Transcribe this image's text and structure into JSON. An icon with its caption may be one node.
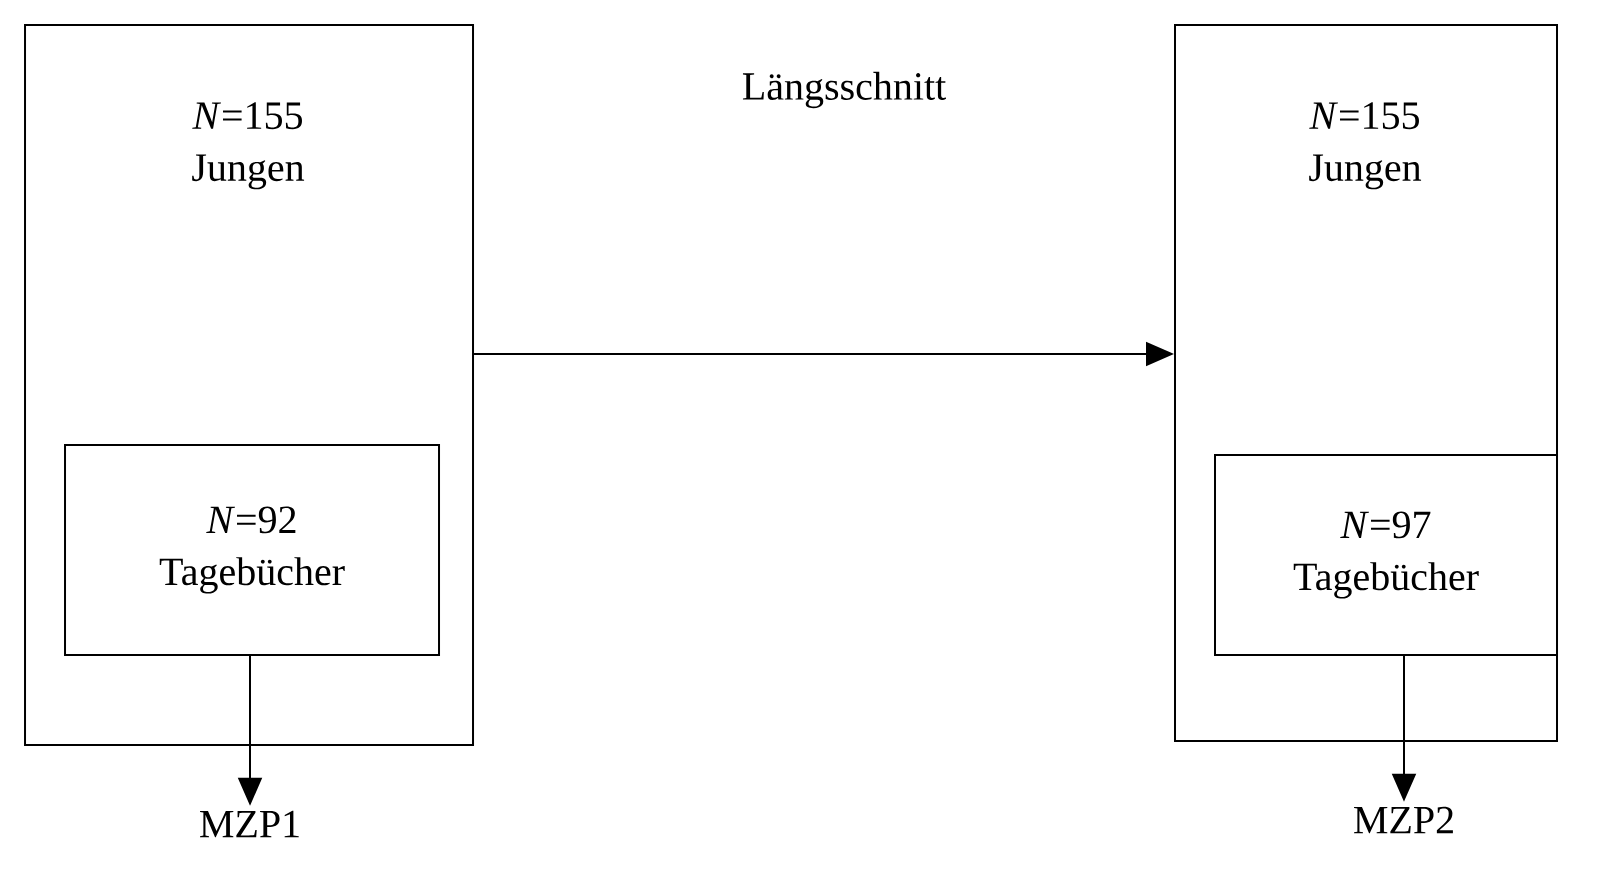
{
  "diagram": {
    "nodes": [
      {
        "text": [
          "*N*=155",
          "Jungen"
        ]
      },
      {
        "text": [
          "*N*=92",
          "Tagebücher"
        ],
        "in": 0
      },
      {
        "text": [
          "*N*=155",
          "Jungen"
        ]
      },
      {
        "text": [
          "*N*=97",
          "Tagebücher"
        ],
        "in": 2
      },
      {
        "text": [
          "MZP1"
        ]
      },
      {
        "text": [
          "MZP2"
        ]
      }
    ],
    "edges": [
      {
        "from": 0,
        "to": 2,
        "arrow": "to"
      },
      {
        "from": 1,
        "to": 4,
        "arrow": "to"
      },
      {
        "from": 3,
        "to": 5,
        "arrow": "to"
      }
    ],
    "labels": [
      "Längsschnitt"
    ]
  }
}
